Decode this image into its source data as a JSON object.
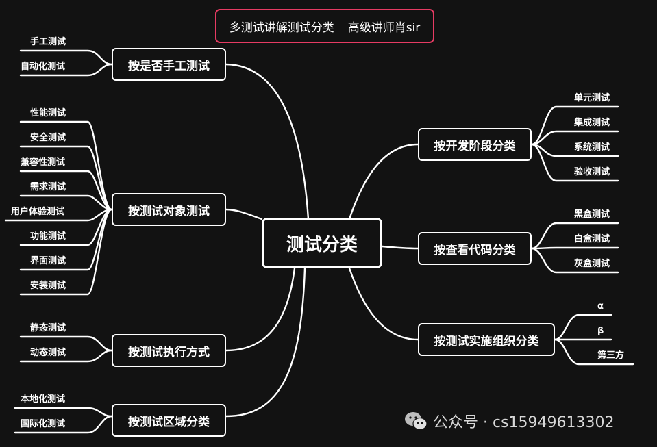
{
  "header": {
    "title": "多测试讲解测试分类",
    "author": "高级讲师肖sir"
  },
  "center": {
    "label": "测试分类"
  },
  "branches": [
    {
      "label": "按是否手工测试",
      "children": [
        "手工测试",
        "自动化测试"
      ]
    },
    {
      "label": "按测试对象测试",
      "children": [
        "性能测试",
        "安全测试",
        "兼容性测试",
        "需求测试",
        "用户体验测试",
        "功能测试",
        "界面测试",
        "安装测试"
      ]
    },
    {
      "label": "按测试执行方式",
      "children": [
        "静态测试",
        "动态测试"
      ]
    },
    {
      "label": "按测试区域分类",
      "children": [
        "本地化测试",
        "国际化测试"
      ]
    },
    {
      "label": "按开发阶段分类",
      "children": [
        "单元测试",
        "集成测试",
        "系统测试",
        "验收测试"
      ]
    },
    {
      "label": "按查看代码分类",
      "children": [
        "黑盒测试",
        "白盒测试",
        "灰盒测试"
      ]
    },
    {
      "label": "按测试实施组织分类",
      "children": [
        "α",
        "β",
        "第三方"
      ]
    }
  ],
  "watermark": {
    "icon": "wechat-icon",
    "text": "公众号 · cs15949613302"
  },
  "colors": {
    "background": "#121212",
    "line": "#ffffff",
    "title_border": "#e63b63"
  }
}
